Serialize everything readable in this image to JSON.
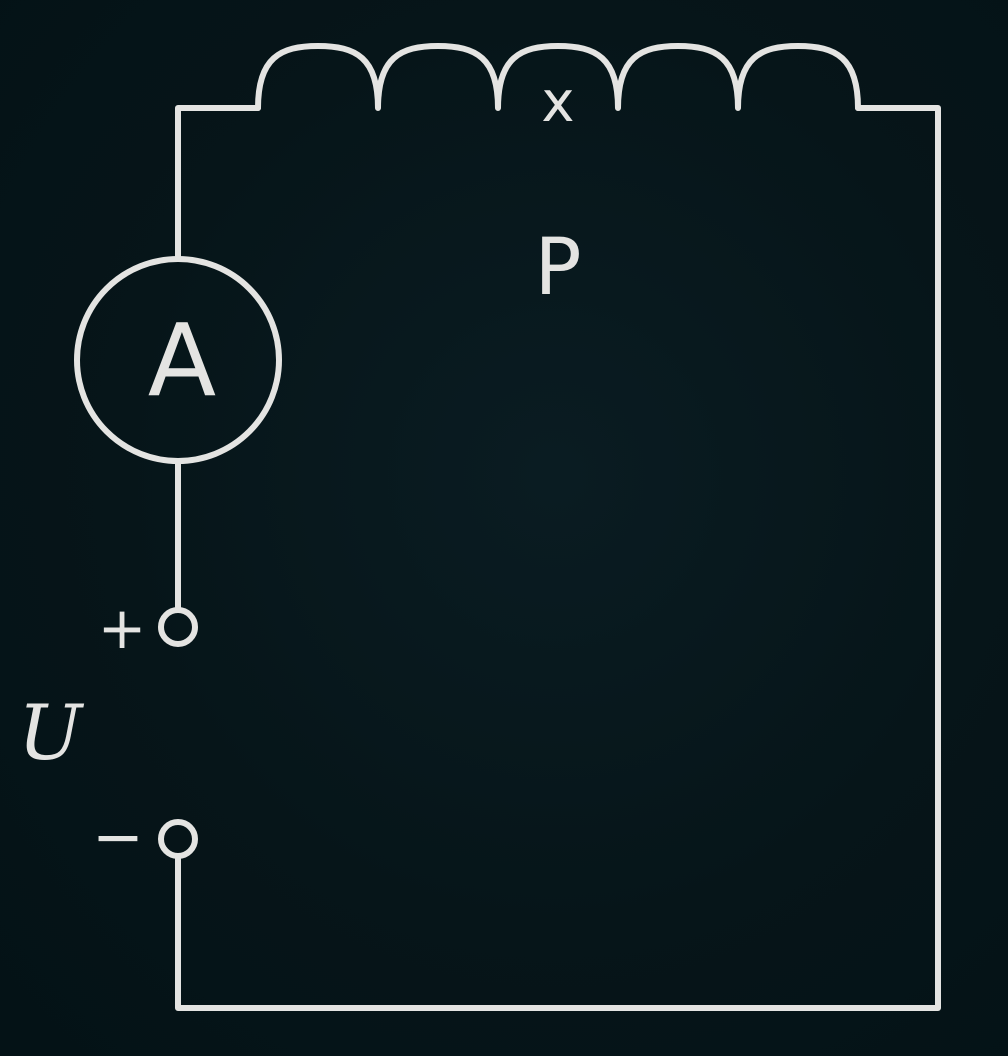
{
  "diagram": {
    "ammeter_label": "A",
    "coil_marker": "x",
    "coil_label": "P",
    "plus_label": "+",
    "minus_label": "−",
    "voltage_label": "U"
  },
  "colors": {
    "background": "#04141a",
    "line": "#e4e4e2"
  }
}
